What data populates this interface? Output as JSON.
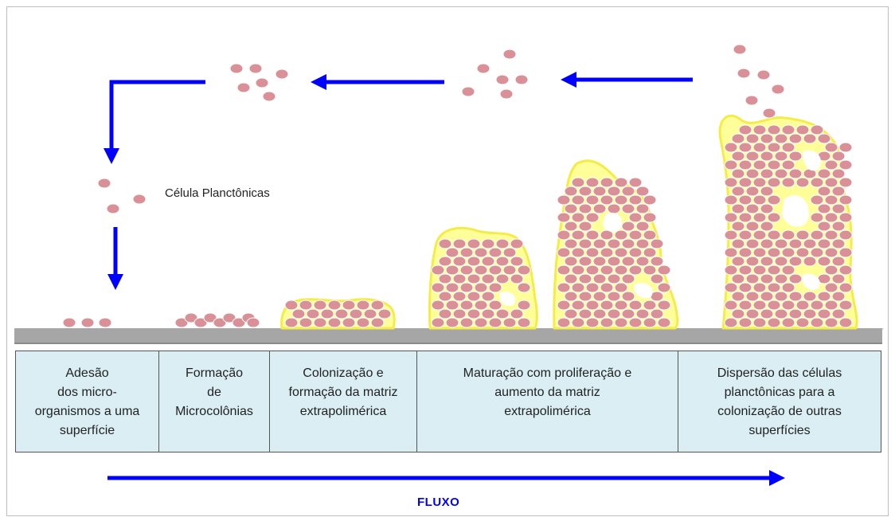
{
  "diagram": {
    "planktonic_label": "Célula Planctônicas",
    "flow_label": "FLUXO",
    "stages": [
      "Adesão\ndos micro-\norganismos a uma\nsuperfície",
      "Formação\nde\nMicrocolônias",
      "Colonização e\nformação da matriz\nextrapolimérica",
      "Maturação com proliferação e\naumento da matriz\nextrapolimérica",
      "Dispersão das células\nplanctônicas para a\ncolonização de outras\nsuperfícies"
    ],
    "colors": {
      "arrow": "#0000ff",
      "cell": "#d99096",
      "matrix": "#ffff99",
      "surface": "#a6a6a6",
      "stage_fill": "#dbeef3"
    }
  }
}
